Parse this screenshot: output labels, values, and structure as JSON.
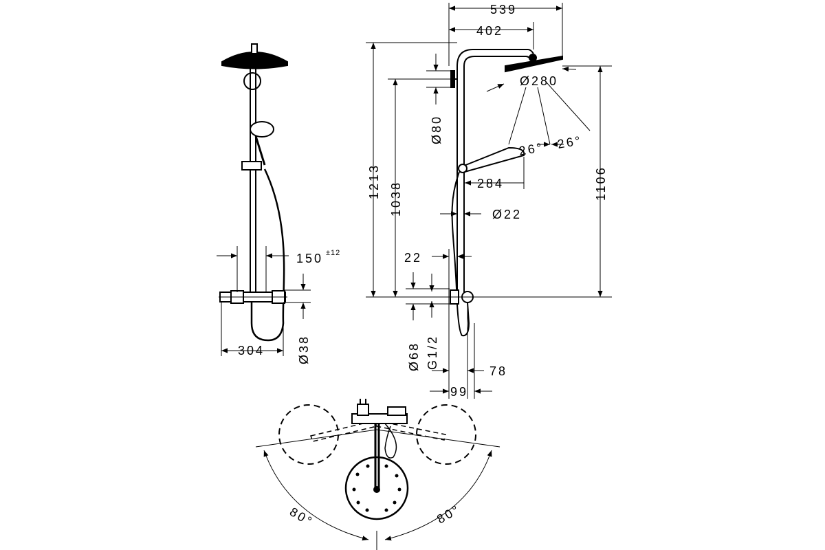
{
  "dimensions": {
    "side_view": {
      "offset": "150",
      "offset_tolerance": "±12",
      "outlet_spacing": "304",
      "diameter_38": "Ø38"
    },
    "front_view": {
      "overall_projection": "539",
      "head_projection": "402",
      "total_height": "1213",
      "height_1038": "1038",
      "height_1106": "1106",
      "diameter_80": "Ø80",
      "head_diameter": "Ø280",
      "angle_left": "26°",
      "angle_right": "26°",
      "hand_shower_length": "284",
      "rail_diameter": "Ø22",
      "wall_offset_22": "22",
      "diameter_68": "Ø68",
      "thread": "G1/2",
      "depth_78": "78",
      "depth_99": "99"
    },
    "top_view": {
      "swivel_left": "80°",
      "swivel_right": "80°"
    }
  },
  "colors": {
    "line": "#000000",
    "background": "#ffffff"
  }
}
